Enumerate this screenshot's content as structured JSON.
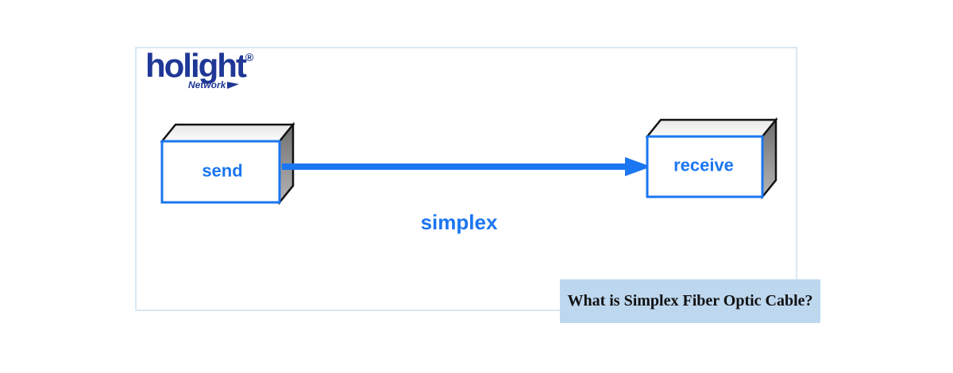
{
  "logo": {
    "brand": "holight",
    "registered": "®",
    "subtitle": "Network"
  },
  "diagram": {
    "nodes": [
      {
        "id": "send",
        "label": "send"
      },
      {
        "id": "receive",
        "label": "receive"
      }
    ],
    "edge": {
      "from": "send",
      "to": "receive",
      "label": "simplex",
      "direction": "one-way"
    }
  },
  "caption": {
    "text": "What is Simplex Fiber Optic Cable?"
  },
  "colors": {
    "accent_blue": "#1b76f2",
    "logo_navy": "#1f3795",
    "caption_bg": "#bdd7ee",
    "panel_border": "#dbe8f4",
    "box_edge_black": "#121212",
    "box_side_gray_top": "#6f6f6f",
    "box_side_gray_bottom": "#b5b5b5",
    "box_top_face": "#efefef"
  }
}
